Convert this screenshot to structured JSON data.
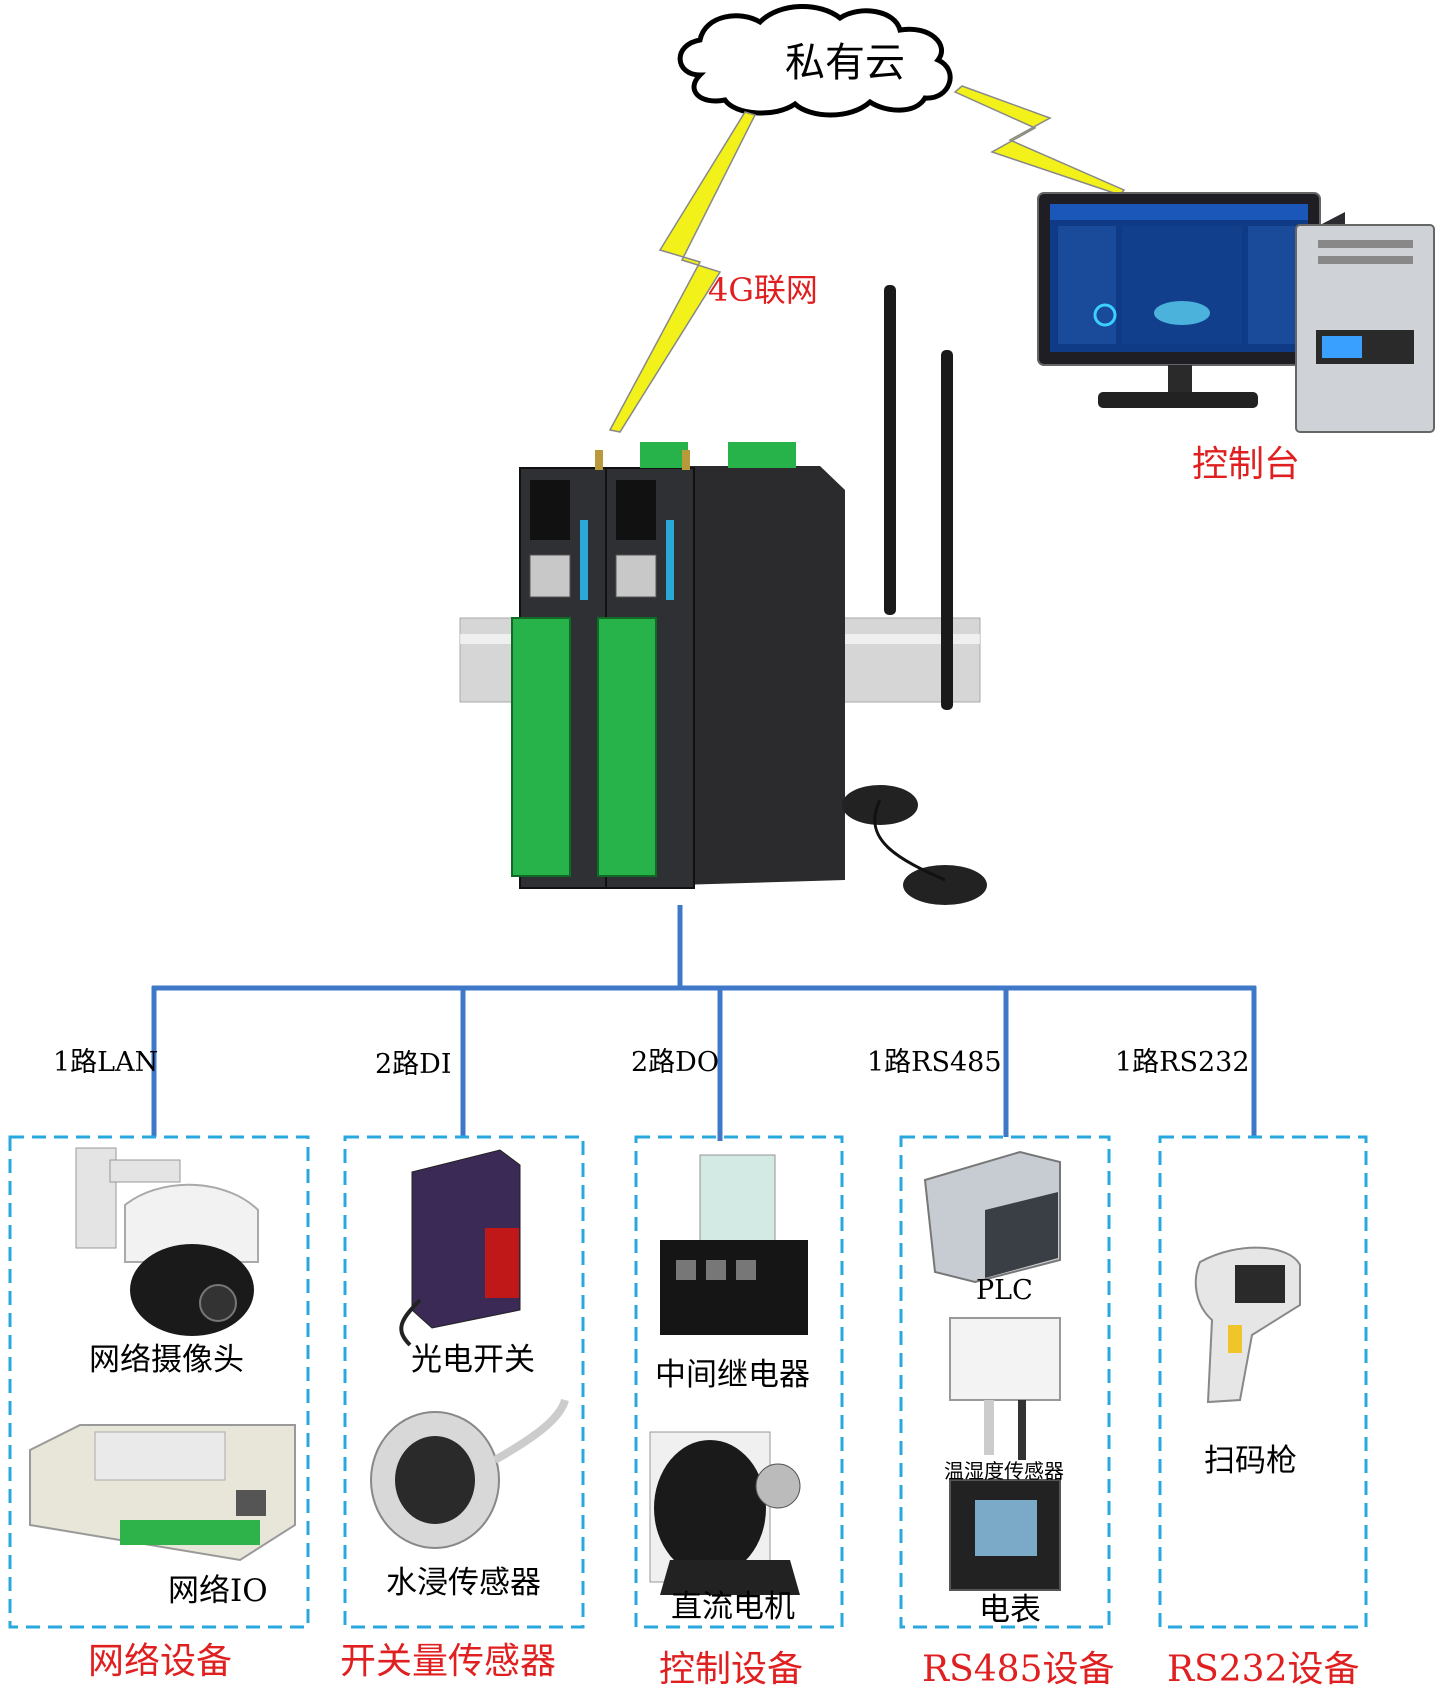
{
  "cloud": {
    "label": "私有云"
  },
  "uplink": {
    "label": "4G联网"
  },
  "console": {
    "label": "控制台"
  },
  "branches": [
    {
      "label": "1路LAN"
    },
    {
      "label": "2路DI"
    },
    {
      "label": "2路DO"
    },
    {
      "label": "1路RS485"
    },
    {
      "label": "1路RS232"
    }
  ],
  "groups": [
    {
      "label": "网络设备",
      "devices": [
        "网络摄像头",
        "网络IO"
      ]
    },
    {
      "label": "开关量传感器",
      "devices": [
        "光电开关",
        "水浸传感器"
      ]
    },
    {
      "label": "控制设备",
      "devices": [
        "中间继电器",
        "直流电机"
      ]
    },
    {
      "label": "RS485设备",
      "devices": [
        "PLC",
        "温湿度传感器",
        "电表"
      ]
    },
    {
      "label": "RS232设备",
      "devices": [
        "扫码枪"
      ]
    }
  ],
  "colors": {
    "bus_line": "#3f78c8",
    "group_border": "#29a8e0",
    "red_label": "#e02020",
    "lightning": "#f2f21a"
  }
}
